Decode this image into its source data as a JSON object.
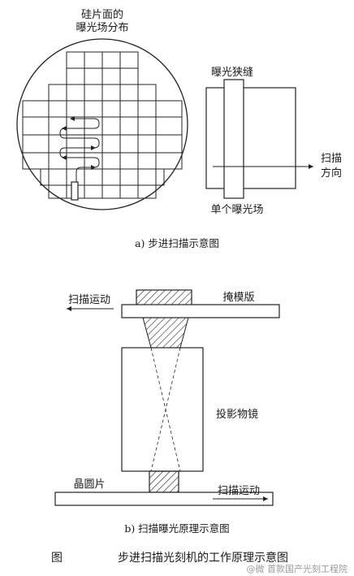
{
  "figure_a": {
    "wafer_title_line1": "硅片面的",
    "wafer_title_line2": "曝光场分布",
    "slit_label": "曝光狭缝",
    "scan_dir_line1": "扫描",
    "scan_dir_line2": "方向",
    "single_field_label": "单个曝光场",
    "caption": "a) 步进扫描示意图"
  },
  "figure_b": {
    "scan_motion_top": "扫描运动",
    "mask_label": "掩模版",
    "lens_label": "投影物镜",
    "wafer_label": "晶圆片",
    "scan_motion_bottom": "扫描运动",
    "caption": "b) 扫描曝光原理示意图"
  },
  "figure_title": {
    "prefix": "图",
    "text": "步进扫描光刻机的工作原理示意图"
  },
  "watermark": "@微 首款国产光刻工程院"
}
